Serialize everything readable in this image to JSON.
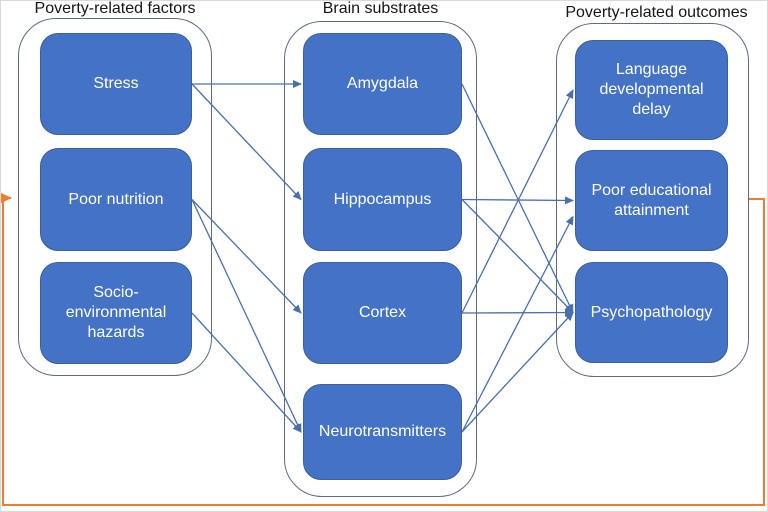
{
  "figure": {
    "type": "flow-diagram",
    "description_visible_text_only": true
  },
  "columns": [
    {
      "id": "factors",
      "heading": "Poverty-related factors",
      "boxes": [
        {
          "id": "stress",
          "label": "Stress"
        },
        {
          "id": "nutrition",
          "label": "Poor nutrition"
        },
        {
          "id": "socio",
          "label": "Socio-\nenvironmental\nhazards"
        }
      ]
    },
    {
      "id": "substrates",
      "heading": "Brain substrates",
      "boxes": [
        {
          "id": "amygdala",
          "label": "Amygdala"
        },
        {
          "id": "hippocampus",
          "label": "Hippocampus"
        },
        {
          "id": "cortex",
          "label": "Cortex"
        },
        {
          "id": "neurotransmitters",
          "label": "Neurotransmitters"
        }
      ]
    },
    {
      "id": "outcomes",
      "heading": "Poverty-related outcomes",
      "boxes": [
        {
          "id": "language",
          "label": "Language\ndevelopmental\ndelay"
        },
        {
          "id": "education",
          "label": "Poor educational\nattainment"
        },
        {
          "id": "psychopathology",
          "label": "Psychopathology"
        }
      ]
    }
  ],
  "arrows": [
    {
      "from": "stress",
      "to": "amygdala"
    },
    {
      "from": "stress",
      "to": "hippocampus"
    },
    {
      "from": "nutrition",
      "to": "cortex"
    },
    {
      "from": "nutrition",
      "to": "neurotransmitters"
    },
    {
      "from": "socio",
      "to": "neurotransmitters"
    },
    {
      "from": "amygdala",
      "to": "psychopathology"
    },
    {
      "from": "hippocampus",
      "to": "education"
    },
    {
      "from": "hippocampus",
      "to": "psychopathology"
    },
    {
      "from": "cortex",
      "to": "language"
    },
    {
      "from": "cortex",
      "to": "psychopathology"
    },
    {
      "from": "neurotransmitters",
      "to": "education",
      "toDy": 16
    },
    {
      "from": "neurotransmitters",
      "to": "psychopathology"
    }
  ],
  "feedback_loop": {
    "from": "outcomes",
    "to": "factors",
    "path_note": "exits right side of outcomes frame, wraps around bottom of figure, re-enters left side of factors frame",
    "color": "#ED7D31"
  },
  "colors": {
    "node_fill": "#4472C4",
    "node_border": "#3a5ea0",
    "node_text": "#ffffff",
    "frame_border": "#5d6b83",
    "connector": "#4a6fae",
    "accent_orange": "#ED7D31",
    "heading_text": "#151515",
    "background": "#ffffff"
  }
}
